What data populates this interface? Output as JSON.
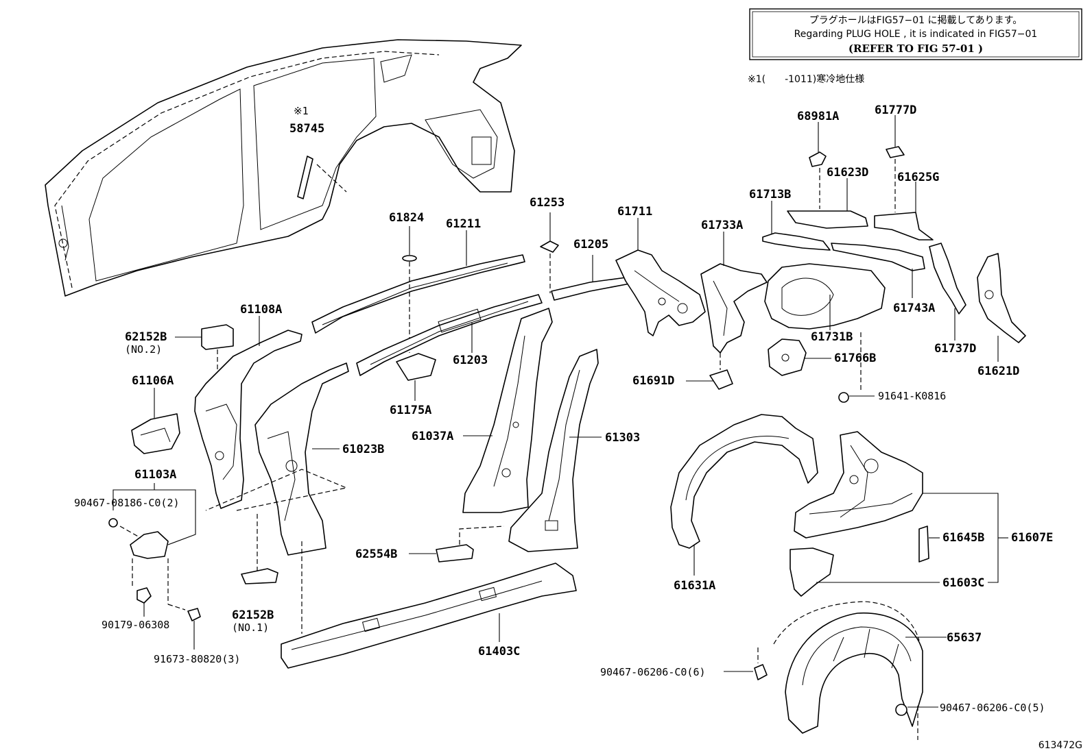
{
  "note_box": {
    "line1": "プラグホールはFIG57−01 に掲載してあります。",
    "line2": "Regarding  PLUG HOLE , it is indicated in FIG57−01",
    "line3": "(REFER TO FIG 57-01 )"
  },
  "footnote": "※1(　　-1011)寒冷地仕様",
  "star_marker": "※1",
  "figure_ref": "613472G",
  "labels": {
    "p58745": "58745",
    "p61824": "61824",
    "p61211": "61211",
    "p61253": "61253",
    "p61205": "61205",
    "p61711": "61711",
    "p61733A": "61733A",
    "p61713B": "61713B",
    "p68981A": "68981A",
    "p61777D": "61777D",
    "p61623D": "61623D",
    "p61625G": "61625G",
    "p61743A": "61743A",
    "p61731B": "61731B",
    "p61737D": "61737D",
    "p61621D": "61621D",
    "p61766B": "61766B",
    "p61691D": "61691D",
    "p91641K0816": "91641-K0816",
    "p62152B_top": "62152B",
    "p62152B_top_sub": "(NO.2)",
    "p61108A": "61108A",
    "p61106A": "61106A",
    "p61203": "61203",
    "p61175A": "61175A",
    "p61037A": "61037A",
    "p61303": "61303",
    "p61023B": "61023B",
    "p61103A": "61103A",
    "p90467_08186": "90467-08186-C0(2)",
    "p62554B": "62554B",
    "p90179_06308": "90179-06308",
    "p62152B_bot": "62152B",
    "p62152B_bot_sub": "(NO.1)",
    "p91673_80820": "91673-80820(3)",
    "p61403C": "61403C",
    "p61631A": "61631A",
    "p61645B": "61645B",
    "p61607E": "61607E",
    "p61603C": "61603C",
    "p65637": "65637",
    "p90467_06206_6": "90467-06206-C0(6)",
    "p90467_06206_5": "90467-06206-C0(5)"
  }
}
